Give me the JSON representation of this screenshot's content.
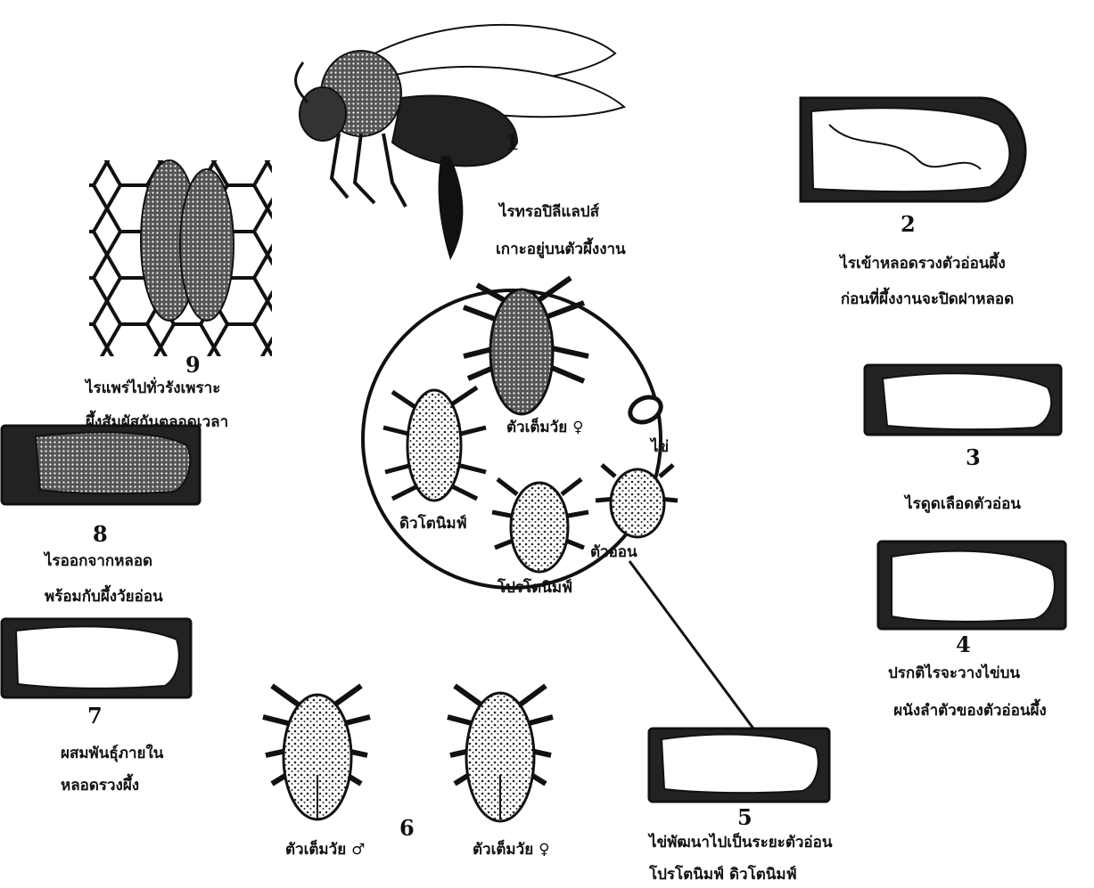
{
  "stages": [
    {
      "number": "1",
      "lines": [
        "ไรทรอปิลีแลปส์",
        "เกาะอยู่บนตัวผึ้งงาน"
      ]
    },
    {
      "number": "2",
      "lines": [
        "ไรเข้าหลอดรวงตัวอ่อนผึ้ง",
        "ก่อนที่ผึ้งงานจะปิดฝาหลอด"
      ]
    },
    {
      "number": "3",
      "lines": [
        "ไรดูดเลือดตัวอ่อน"
      ]
    },
    {
      "number": "4",
      "lines": [
        "ปรกติไรจะวางไข่บน",
        "ผนังลำตัวของตัวอ่อนผึ้ง"
      ]
    },
    {
      "number": "5",
      "lines": [
        "ไข่พัฒนาไปเป็นระยะตัวอ่อน",
        "โปรโตนิมฟ์   ดิวโตนิมฟ์"
      ]
    },
    {
      "number": "6",
      "lines": [
        "ตัวเต็มวัย ♂",
        "ตัวเต็มวัย ♀"
      ]
    },
    {
      "number": "7",
      "lines": [
        "ผสมพันธุ์ภายใน",
        "หลอดรวงผึ้ง"
      ]
    },
    {
      "number": "8",
      "lines": [
        "ไรออกจากหลอด",
        "พร้อมกับผึ้งวัยอ่อน"
      ]
    },
    {
      "number": "9",
      "lines": [
        "ไรแพร่ไปทั่วรังเพราะ",
        "ผึ้งสัมผัสกันตลอดเวลา"
      ]
    }
  ],
  "circle_labels": {
    "adult_female": "ตัวเต็มวัย ♀",
    "egg": "ไข่",
    "deutonymph": "ดิวโตนิมฟ์",
    "protonymph": "โปรโตนิมฟ์",
    "larva": "ตัวอ่อน"
  }
}
